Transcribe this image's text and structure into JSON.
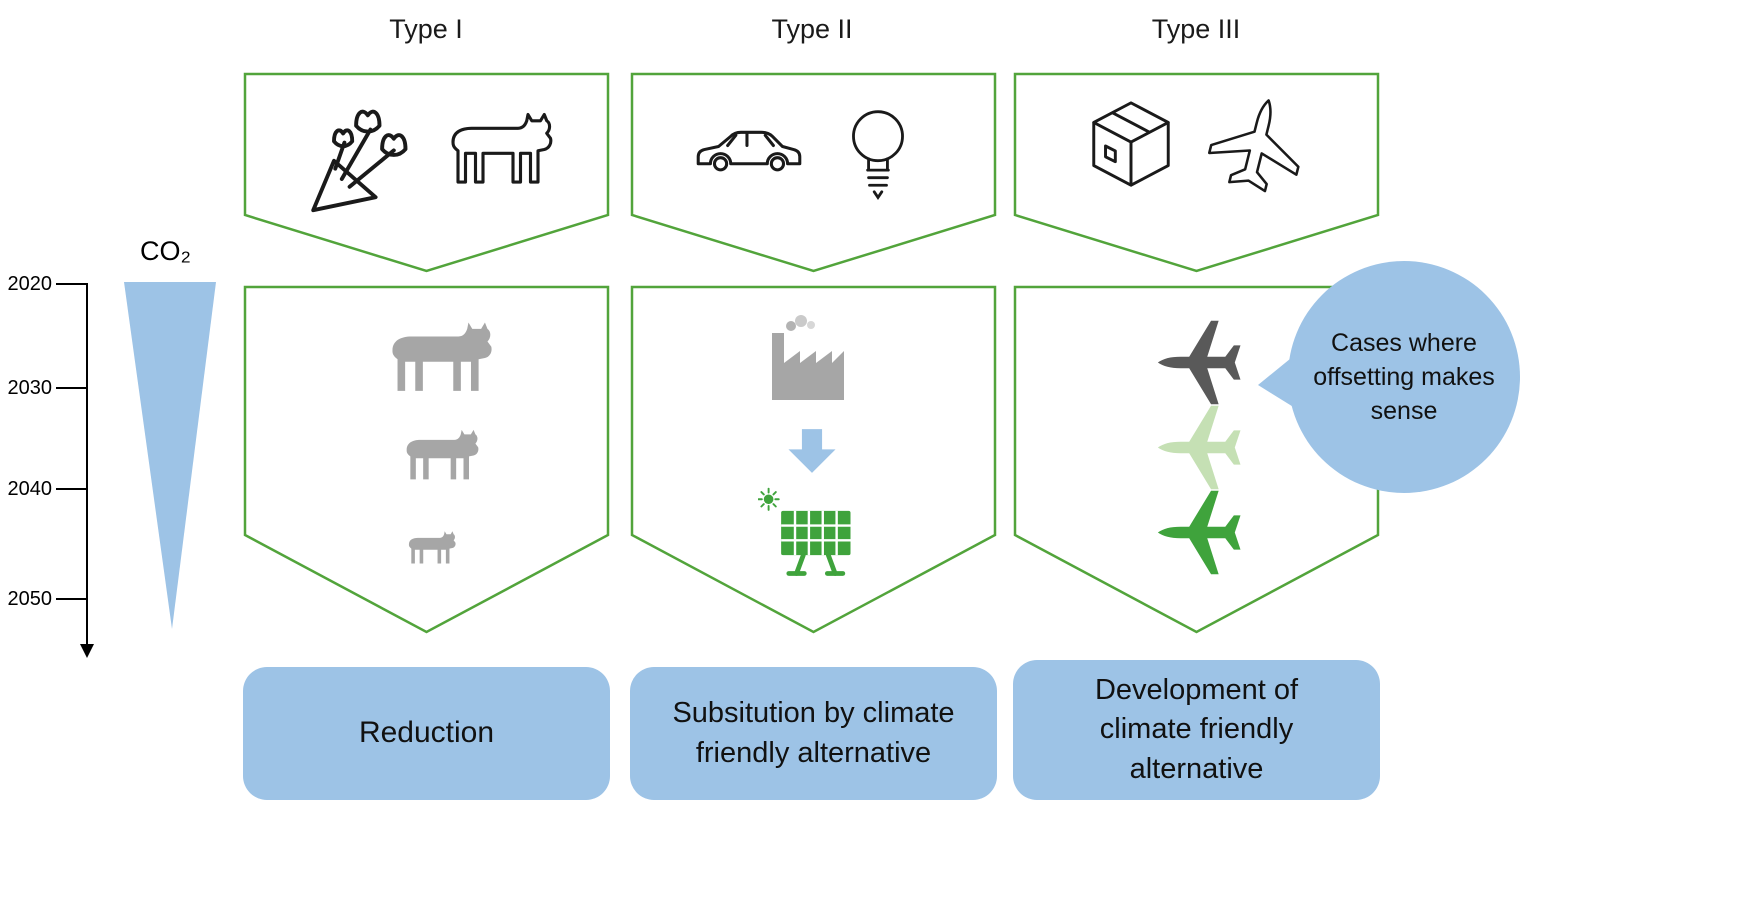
{
  "columns": [
    {
      "title": "Type I",
      "top_icons": [
        "bouquet-icon",
        "cow-outline-icon"
      ],
      "bottom_icons": [
        "cow-large-icon",
        "cow-medium-icon",
        "cow-small-icon"
      ],
      "label": "Reduction"
    },
    {
      "title": "Type II",
      "top_icons": [
        "car-icon",
        "lightbulb-icon"
      ],
      "bottom_icons": [
        "factory-icon",
        "down-arrow-icon",
        "solar-panel-icon"
      ],
      "label": "Subsitution by climate friendly alternative"
    },
    {
      "title": "Type III",
      "top_icons": [
        "package-icon",
        "airplane-outline-icon"
      ],
      "bottom_icons": [
        "airplane-gray-icon",
        "airplane-lightgreen-icon",
        "airplane-green-icon"
      ],
      "label": "Development of climate friendly alternative"
    }
  ],
  "timeline": {
    "co2_label": "CO₂",
    "years": [
      "2020",
      "2030",
      "2040",
      "2050"
    ]
  },
  "callout": {
    "text": "Cases where offsetting makes sense"
  },
  "colors": {
    "green_outline": "#52A43B",
    "light_blue": "#9DC3E6",
    "gray": "#A6A6A6",
    "dark_gray": "#595959",
    "light_green": "#C5E0B4",
    "green": "#3FA33C",
    "black": "#1A1A1A"
  }
}
